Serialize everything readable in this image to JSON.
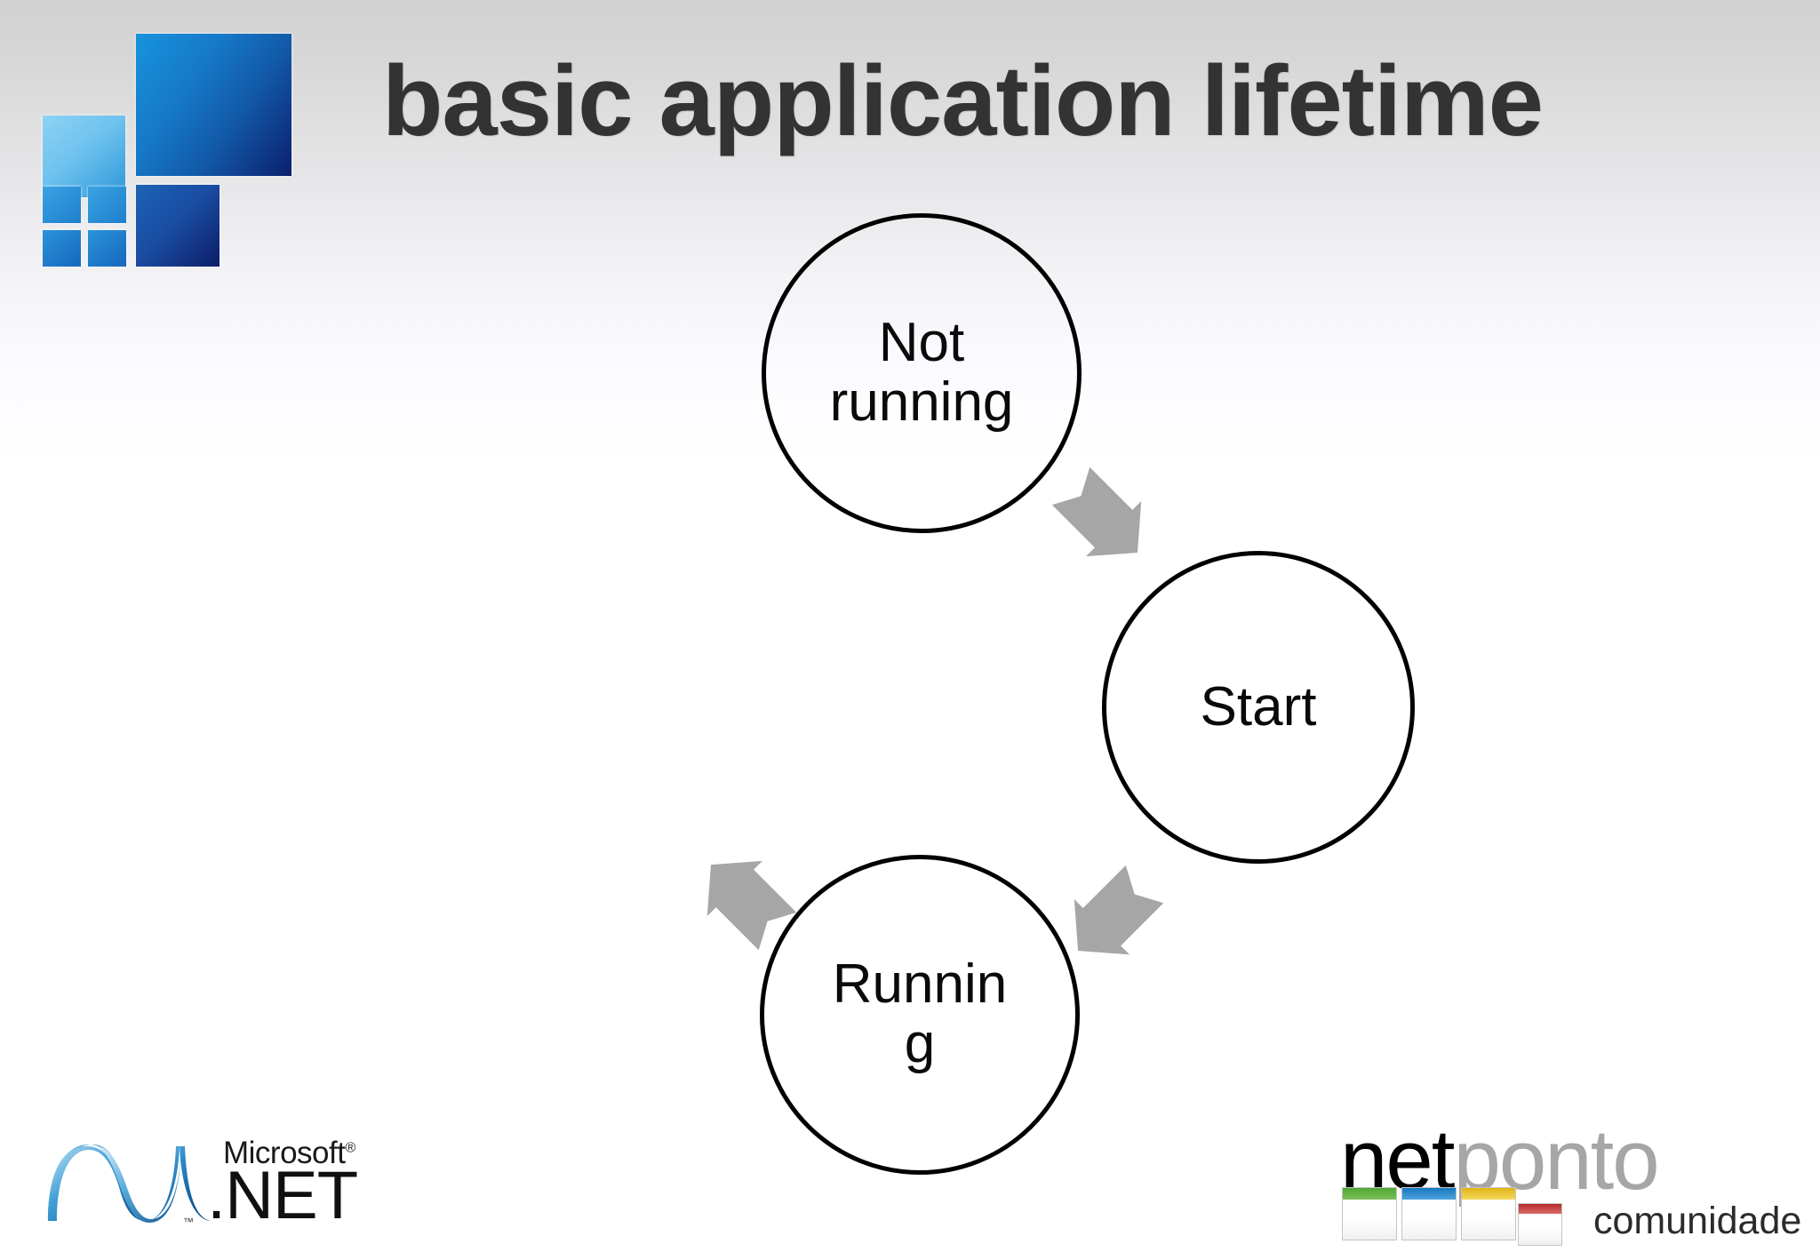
{
  "slide": {
    "title": "basic application lifetime",
    "background": {
      "top_color": "#d2d2d2",
      "bottom_color": "#ffffff"
    },
    "title_color": "#333333"
  },
  "brand_logo": {
    "name": "windows-metro-tiles",
    "colors": {
      "big_tile": "#1793dd",
      "big_tile_end": "#0b1f6e",
      "light_tile": "#8ed2f4",
      "dark_tile": "#0c1d68"
    }
  },
  "diagram": {
    "type": "state-diagram",
    "node_outline_color": "#000000",
    "node_text_color": "#0a0a0a",
    "arrow_color": "#a6a6a6",
    "nodes": [
      {
        "id": "not-running",
        "label": "Not\nrunning",
        "label_line1": "Not",
        "label_line2": "running"
      },
      {
        "id": "start",
        "label": "Start",
        "label_line1": "Start",
        "label_line2": ""
      },
      {
        "id": "running",
        "label": "Running",
        "label_line1": "Runnin",
        "label_line2": "g"
      }
    ],
    "arrows": [
      {
        "id": "not-running-to-start",
        "from": "not-running",
        "to": "start",
        "direction": "down-right"
      },
      {
        "id": "start-to-running",
        "from": "start",
        "to": "running",
        "direction": "down-left"
      },
      {
        "id": "running-out",
        "from": "running",
        "to": "not-running",
        "direction": "up-left"
      }
    ]
  },
  "dotnet_logo": {
    "microsoft": "Microsoft",
    "registered": "®",
    "net": ".NET",
    "tm": "™"
  },
  "netponto_logo": {
    "net": "net",
    "ponto": "ponto",
    "tagline": "comunidade",
    "square_colors": [
      "#4fa733",
      "#1678c0",
      "#e2b517",
      "#b82b2b"
    ]
  }
}
